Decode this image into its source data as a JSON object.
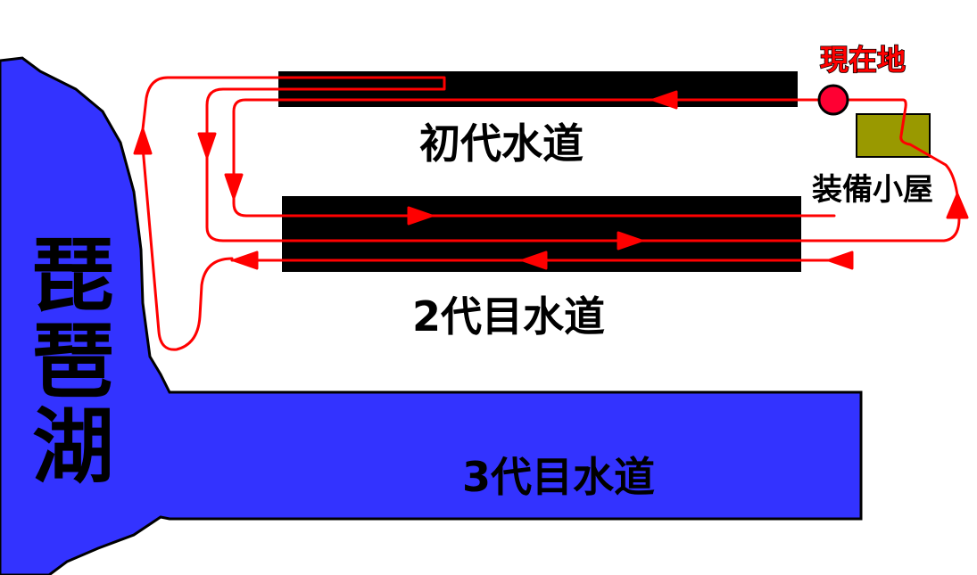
{
  "labels": {
    "lake": [
      "琵",
      "琶",
      "湖"
    ],
    "canal_1": "初代水道",
    "canal_2": "2代目水道",
    "canal_3": "3代目水道",
    "equipment_hut": "装備小屋",
    "current_location": "現在地"
  },
  "colors": {
    "water": "#3333ff",
    "canal_tunnel": "#000000",
    "route": "#ff0000",
    "current_location_marker": "#ff0033",
    "equipment_hut": "#999900"
  },
  "icons": {
    "current_location": "current-location-marker",
    "route_direction": "direction-arrow"
  }
}
